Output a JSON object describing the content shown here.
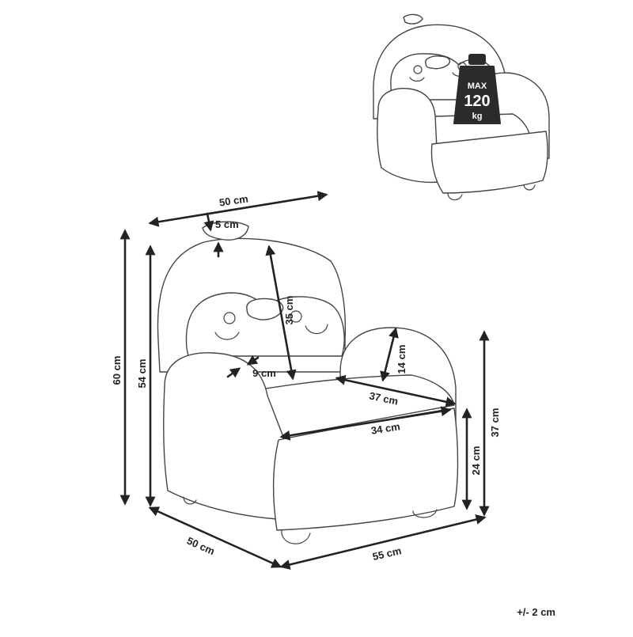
{
  "dimensions": {
    "top_width": "50 cm",
    "beak": "5 cm",
    "back_height": "35 cm",
    "total_height": "60 cm",
    "back_height_front": "54 cm",
    "armrest_height": "14 cm",
    "seat_depth": "37 cm",
    "armrest_gap": "9 cm",
    "seat_width": "34 cm",
    "seat_height": "24 cm",
    "armrest_floor_height": "37 cm",
    "base_depth": "50 cm",
    "base_width": "55 cm"
  },
  "tolerance": "+/- 2 cm",
  "max_load": {
    "line1": "MAX",
    "value": "120",
    "unit": "kg"
  },
  "colors": {
    "outline": "#444444",
    "dimension_line": "#222222",
    "badge": "#2b2b2b"
  }
}
